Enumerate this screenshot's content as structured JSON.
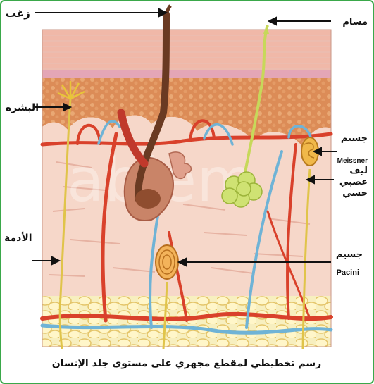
{
  "title": "رسم تخطيطي لمقطع مجهري على مستوى جلد الإنسان",
  "watermark": "abiem",
  "labels": {
    "hair": "زغب",
    "pore": "مسام",
    "epidermis": "البشرة",
    "dermis": "الأدمة",
    "meissner_ar": "جسيم",
    "meissner_lat": "Meissner",
    "nerve_line1": "ليف",
    "nerve_line2": "عصبي",
    "nerve_line3": "حسي",
    "pacini_ar": "جسيم",
    "pacini_lat": "Pacini"
  },
  "colors": {
    "frame": "#3aa84a",
    "epidermis": "#e8a98f",
    "dermis": "#f6d7c9",
    "fat": "#f1e7a8",
    "artery": "#d9412b",
    "vein": "#6fb3d6",
    "nerve": "#e0c44a"
  }
}
